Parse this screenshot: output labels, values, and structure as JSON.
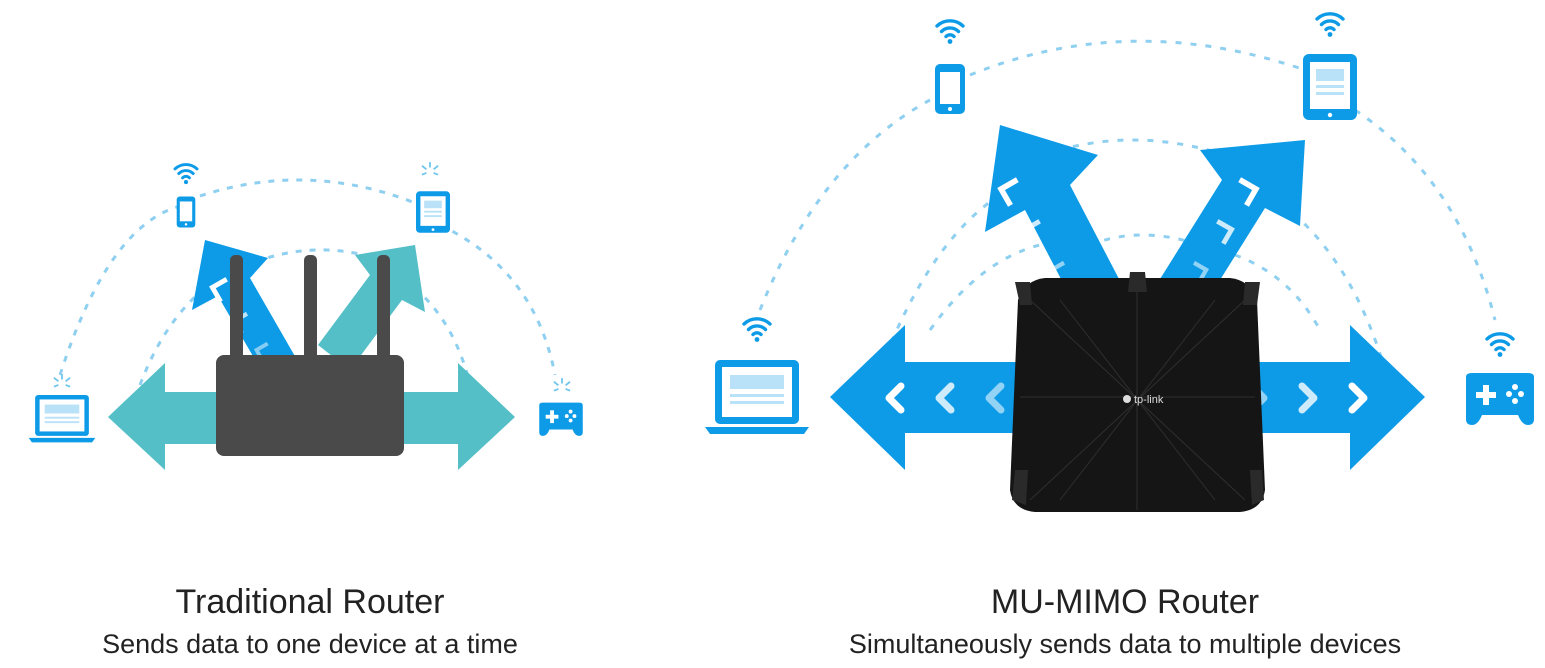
{
  "brand_color": "#0d9be8",
  "legacy_color": "#55bfc8",
  "router_color": "#4a4a4a",
  "traditional": {
    "title": "Traditional Router",
    "description": "Sends data to one device at a time",
    "devices": [
      "laptop-icon",
      "phone-icon",
      "tablet-icon",
      "gamepad-icon"
    ]
  },
  "mumimo": {
    "title": "MU-MIMO Router",
    "description": "Simultaneously sends data to multiple devices",
    "devices": [
      "laptop-icon",
      "phone-icon",
      "tablet-icon",
      "gamepad-icon"
    ]
  },
  "router_brand": "tp-link"
}
